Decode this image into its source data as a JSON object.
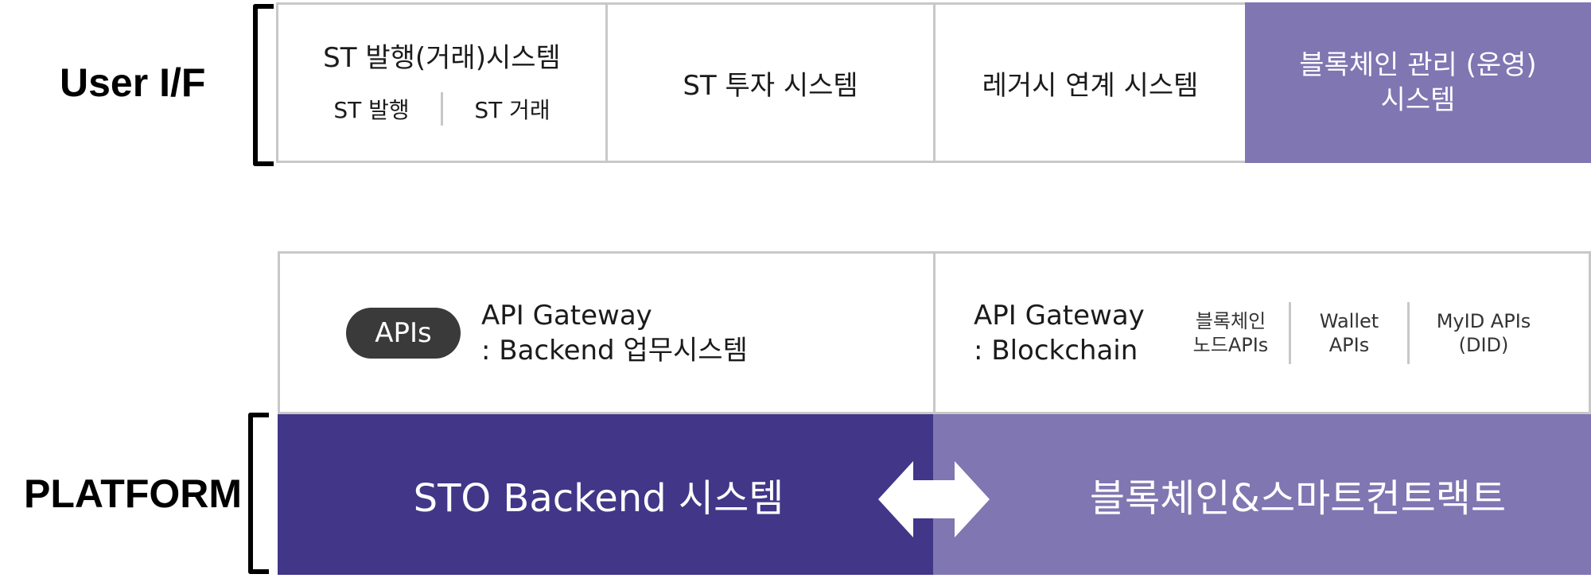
{
  "labels": {
    "user_if": "User I/F",
    "platform": "PLATFORM"
  },
  "user_if": {
    "issuance_system": "ST 발행(거래)시스템",
    "issuance_sub": [
      "ST 발행",
      "ST 거래"
    ],
    "investment_system": "ST 투자 시스템",
    "legacy_system": "레거시 연계 시스템",
    "blockchain_mgmt": [
      "블록체인 관리 (운영)",
      "시스템"
    ]
  },
  "platform": {
    "apis_pill": "APIs",
    "backend_gateway": [
      "API Gateway",
      ": Backend 업무시스템"
    ],
    "blockchain_gateway": [
      "API Gateway",
      ": Blockchain"
    ],
    "blockchain_apis": [
      [
        "블록체인",
        "노드APIs"
      ],
      [
        "Wallet",
        "APIs"
      ],
      [
        "MyID APIs",
        "(DID)"
      ]
    ],
    "sto_backend": "STO Backend 시스템",
    "smart_contract": "블록체인&스마트컨트랙트"
  },
  "colors": {
    "dark_purple": "#413688",
    "light_purple": "#7f76b2",
    "pill": "#3a3a3a",
    "border": "#c8c8c8"
  },
  "icons": {
    "connector": "double-arrow-icon"
  }
}
